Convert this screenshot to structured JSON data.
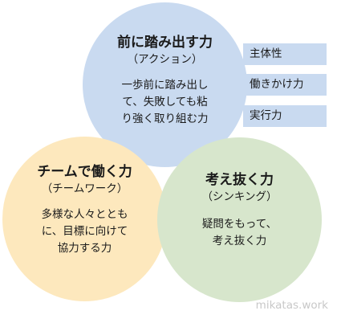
{
  "circles": {
    "blue": {
      "title": "前に踏み出す力",
      "subtitle": "（アクション）",
      "desc_lines": [
        "一歩前に踏み出し",
        "て、失敗しても粘",
        "り強く取り組む力"
      ],
      "color": "#c9daf0"
    },
    "yellow": {
      "title": "チームで働く力",
      "subtitle": "（チームワーク）",
      "desc_lines": [
        "多様な人々ととも",
        "に、目標に向けて",
        "協力する力"
      ],
      "color": "#fde8bd"
    },
    "green": {
      "title": "考え抜く力",
      "subtitle": "（シンキング）",
      "desc_lines": [
        "疑問をもって、",
        "考え抜く力"
      ],
      "color": "#d7e6cc"
    }
  },
  "tags": [
    {
      "label": "主体性"
    },
    {
      "label": "働きかけ力"
    },
    {
      "label": "実行力"
    }
  ],
  "watermark": "mikatas.work"
}
